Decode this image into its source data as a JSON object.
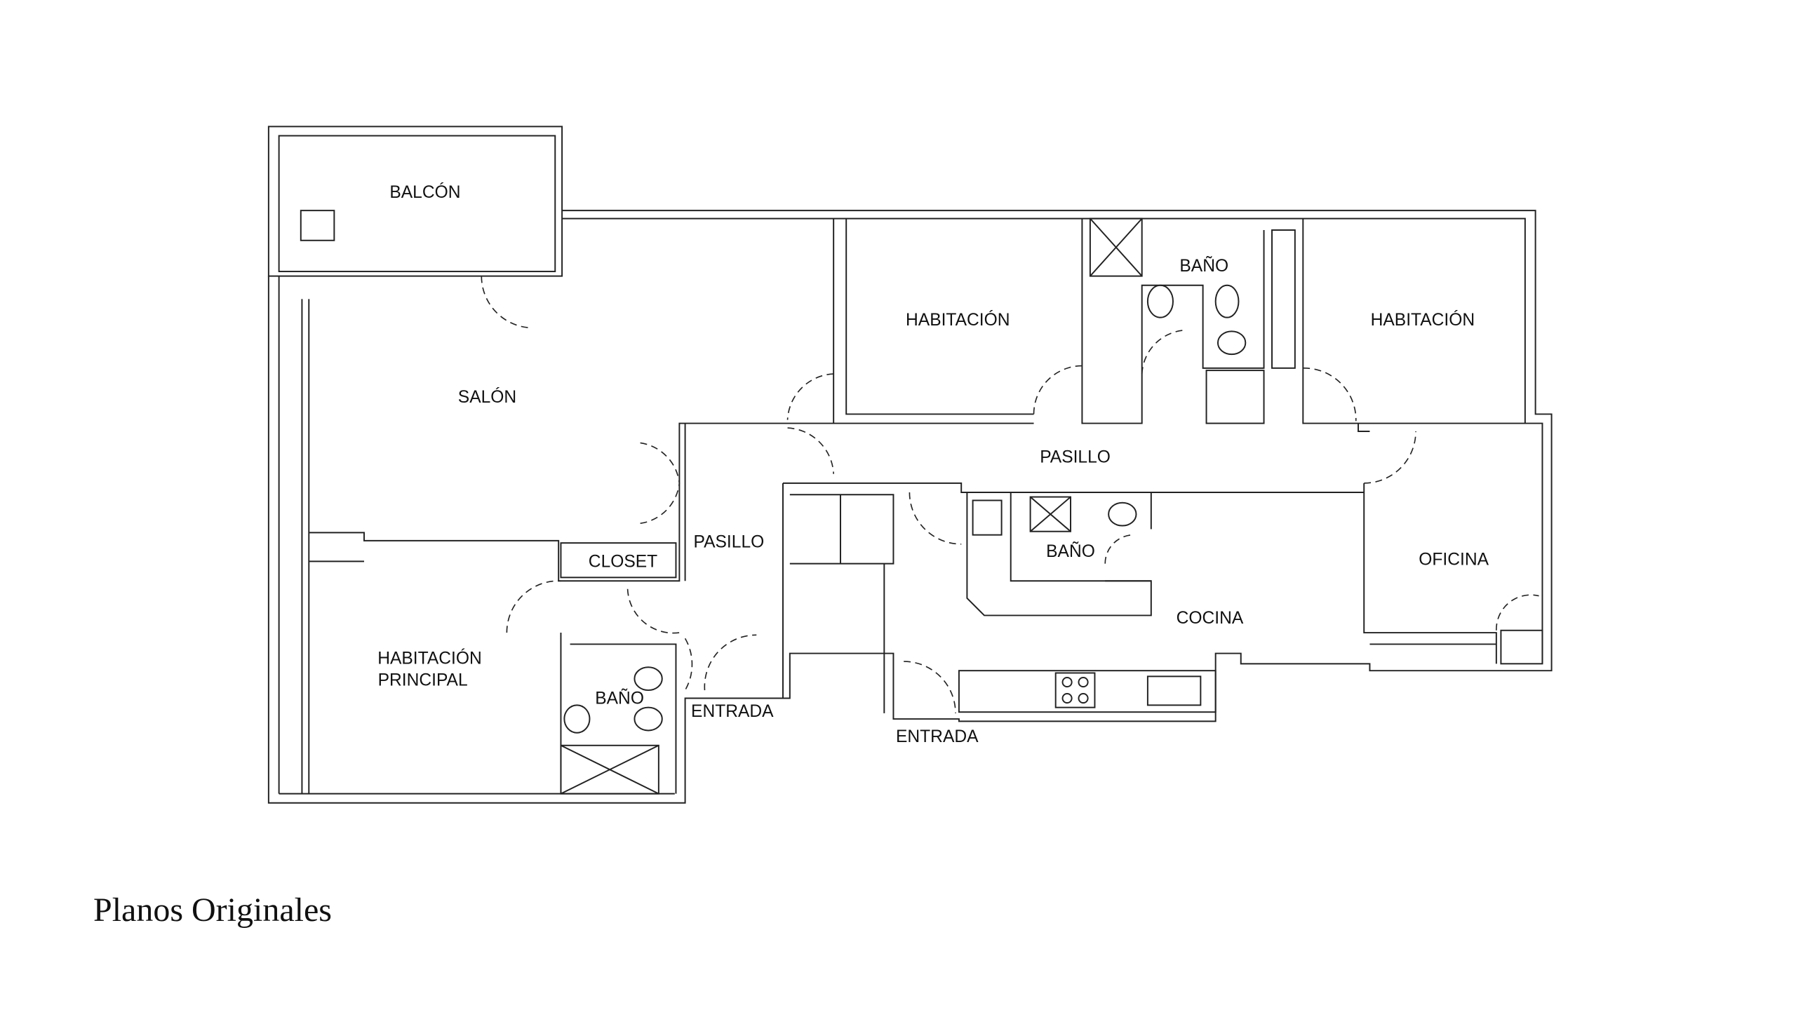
{
  "caption": "Planos Originales",
  "rooms": {
    "balcon": "BALCÓN",
    "salon": "SALÓN",
    "habitacion_1": "HABITACIÓN",
    "habitacion_2": "HABITACIÓN",
    "bano_top": "BAÑO",
    "pasillo_main": "PASILLO",
    "pasillo_left": "PASILLO",
    "closet": "CLOSET",
    "habitacion_principal_1": "HABITACIÓN",
    "habitacion_principal_2": "PRINCIPAL",
    "bano_principal": "BAÑO",
    "entrada_1": "ENTRADA",
    "entrada_2": "ENTRADA",
    "bano_mid": "BAÑO",
    "cocina": "COCINA",
    "oficina": "OFICINA"
  }
}
